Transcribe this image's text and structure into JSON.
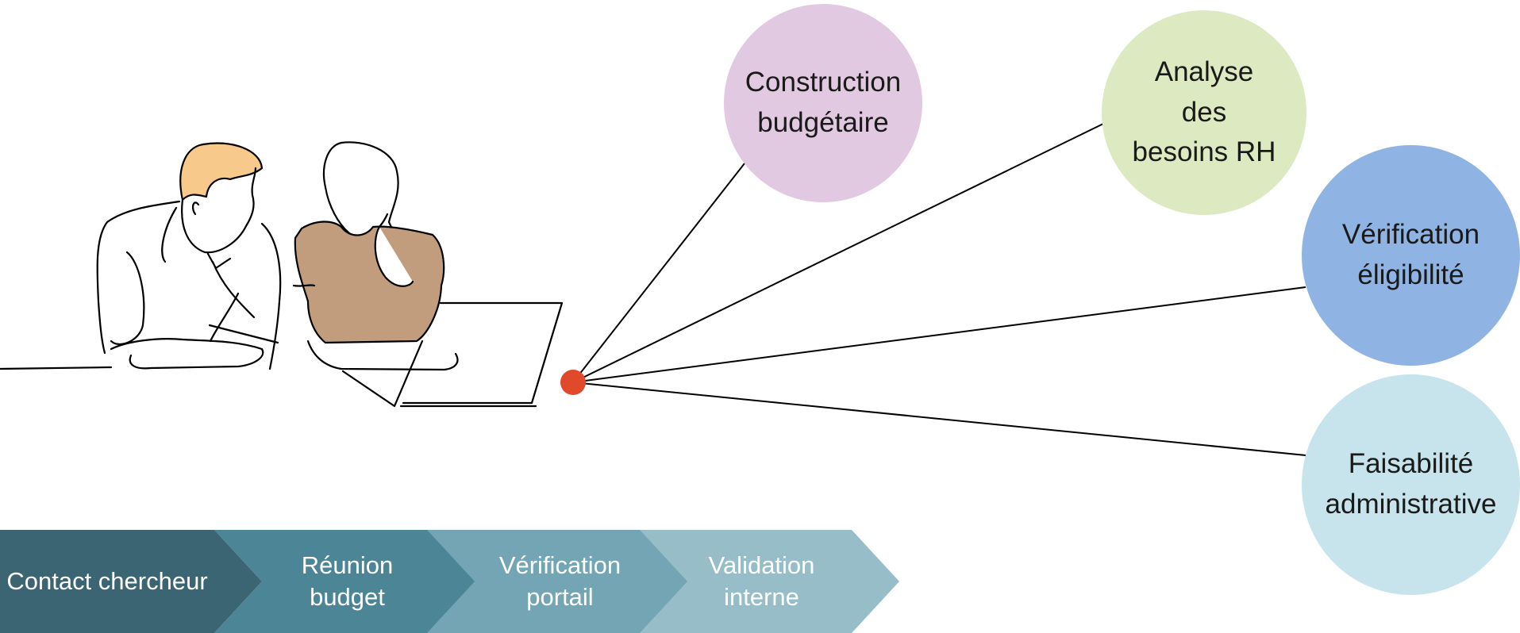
{
  "bubbles": [
    {
      "label": "Construction\nbudgétaire",
      "color": "#e2c9e2"
    },
    {
      "label": "Analyse\ndes\nbesoins RH",
      "color": "#dde9c0"
    },
    {
      "label": "Vérification\néligibilité",
      "color": "#8fb3e3"
    },
    {
      "label": "Faisabilité\nadministrative",
      "color": "#c7e4ec"
    }
  ],
  "hub_color": "#e04a2b",
  "steps": [
    {
      "label": "Contact chercheur",
      "color": "#3b6573"
    },
    {
      "label": "Réunion\nbudget",
      "color": "#4c8595"
    },
    {
      "label": "Vérification\nportail",
      "color": "#73a5b4"
    },
    {
      "label": "Validation\ninterne",
      "color": "#97bdc9"
    }
  ],
  "illustration": {
    "name": "two-people-at-laptop",
    "hair_color": "#f7c98a",
    "shirt_color": "#c19d7e"
  }
}
